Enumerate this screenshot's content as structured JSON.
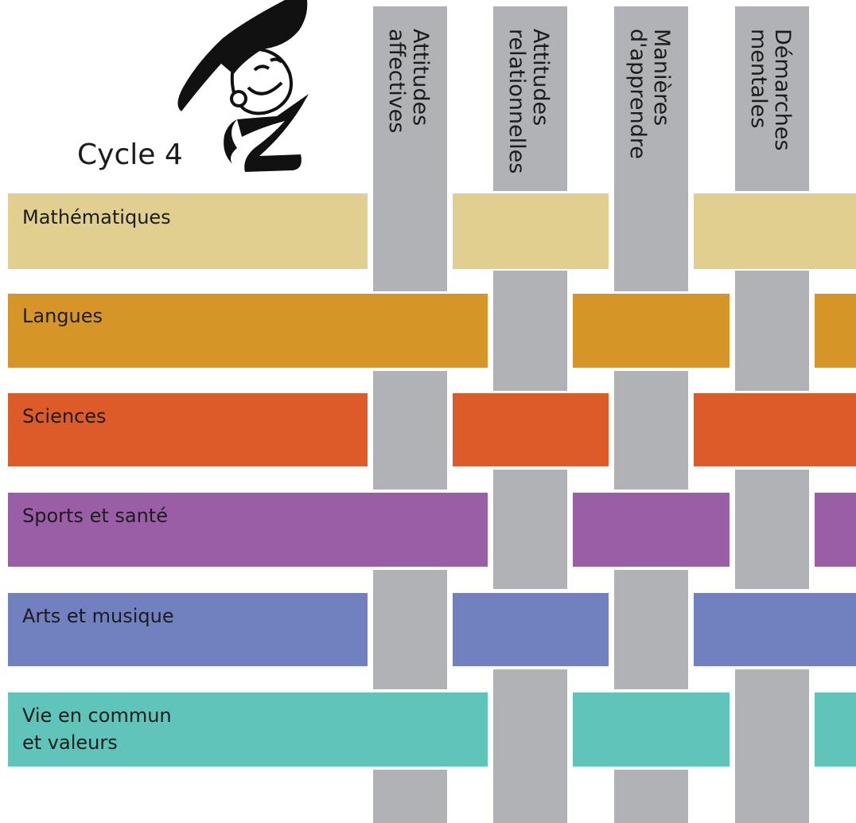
{
  "title": "Cycle 4",
  "columns": [
    {
      "label": "Attitudes\naffectives"
    },
    {
      "label": "Attitudes\nrelationnelles"
    },
    {
      "label": "Manières\nd'apprendre"
    },
    {
      "label": "Démarches\nmentales"
    }
  ],
  "rows": [
    {
      "label": "Mathématiques",
      "color": "#e0cf8e"
    },
    {
      "label": "Langues",
      "color": "#d69527"
    },
    {
      "label": "Sciences",
      "color": "#dc5b29"
    },
    {
      "label": "Sports et santé",
      "color": "#9a5ea6"
    },
    {
      "label": "Arts et musique",
      "color": "#7181bf"
    },
    {
      "label": "Vie en commun\net valeurs",
      "color": "#5fc4b9"
    }
  ],
  "strip_color": "#b1b2b5"
}
